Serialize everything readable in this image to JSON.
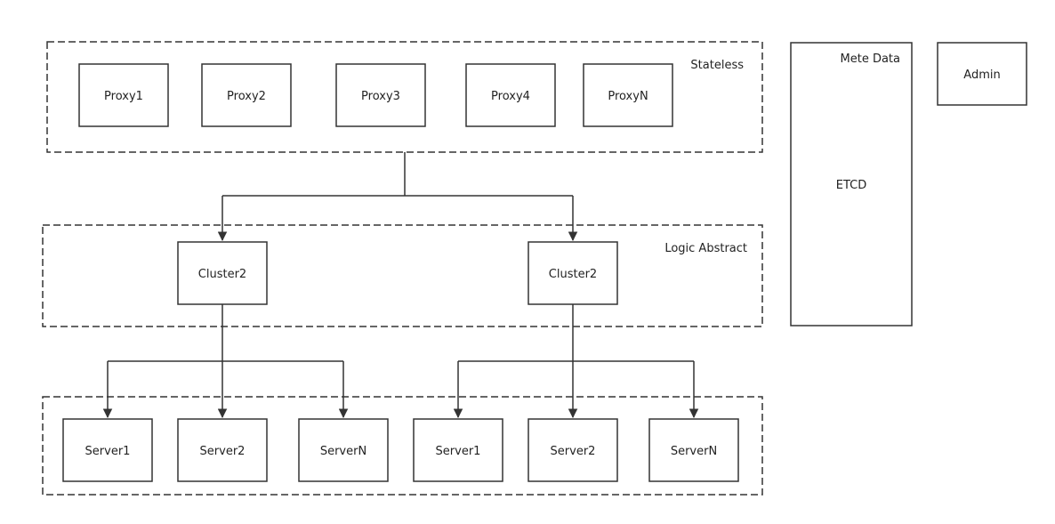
{
  "groups": {
    "stateless": {
      "label": "Stateless"
    },
    "logic": {
      "label": "Logic Abstract"
    },
    "servers": {
      "label": ""
    }
  },
  "proxies": [
    {
      "label": "Proxy1"
    },
    {
      "label": "Proxy2"
    },
    {
      "label": "Proxy3"
    },
    {
      "label": "Proxy4"
    },
    {
      "label": "ProxyN"
    }
  ],
  "clusters": [
    {
      "label": "Cluster2"
    },
    {
      "label": "Cluster2"
    }
  ],
  "servers": [
    {
      "label": "Server1"
    },
    {
      "label": "Server2"
    },
    {
      "label": "ServerN"
    },
    {
      "label": "Server1"
    },
    {
      "label": "Server2"
    },
    {
      "label": "ServerN"
    }
  ],
  "metadata": {
    "title": "Mete Data",
    "store": "ETCD"
  },
  "admin": {
    "label": "Admin"
  },
  "colors": {
    "stroke": "#333333",
    "text": "#222222",
    "background": "#ffffff"
  }
}
